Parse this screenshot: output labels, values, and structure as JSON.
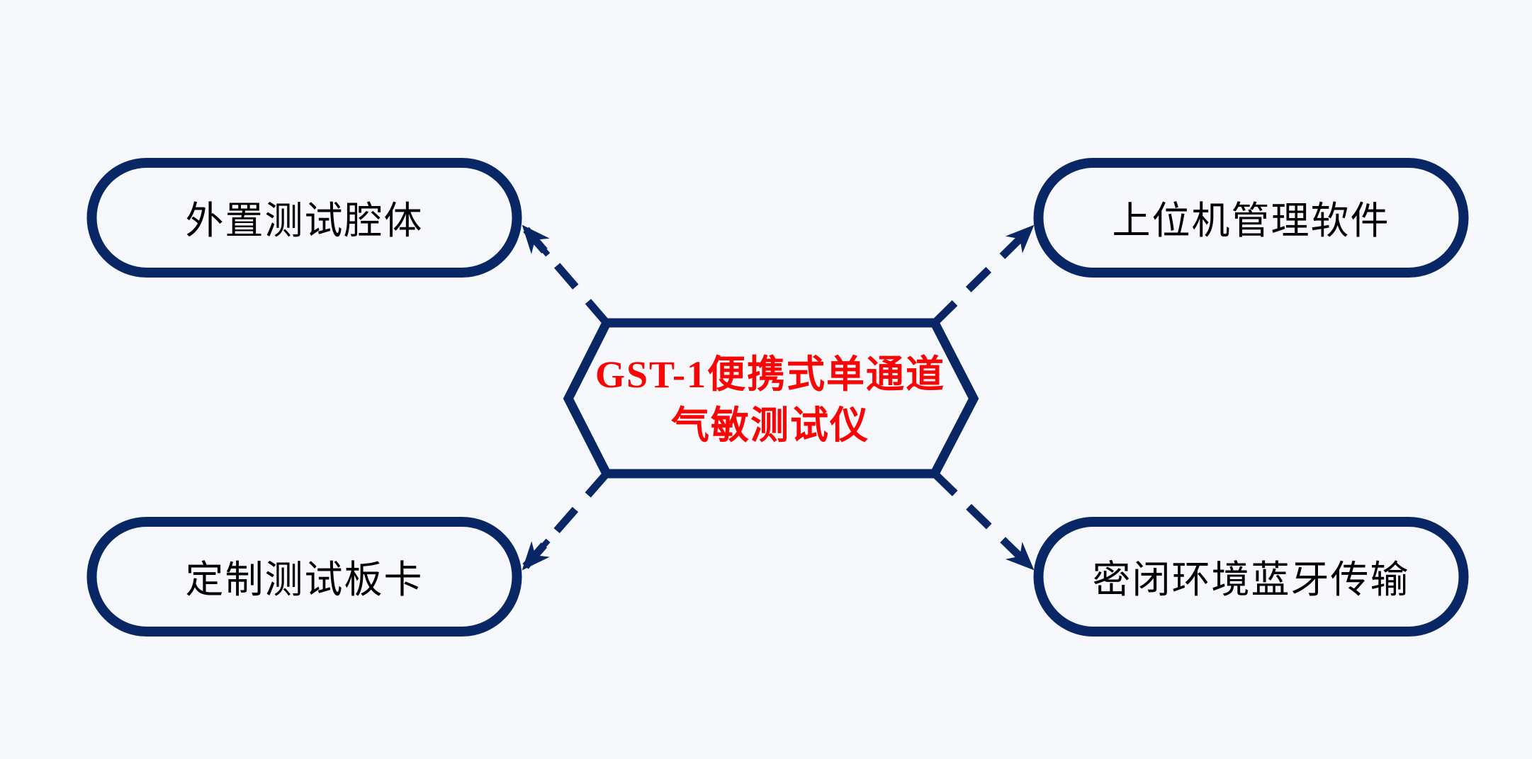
{
  "diagram": {
    "background_color": "#f7f8fc",
    "outline_color": "#0a2765",
    "connector_style": "dashed-arrow-outward",
    "center_node": {
      "shape": "hexagon",
      "line1": "GST-1便携式单通道",
      "line2": "气敏测试仪",
      "text_color": "#fa0505"
    },
    "nodes": [
      {
        "position": "top-left",
        "label": "外置测试腔体"
      },
      {
        "position": "top-right",
        "label": "上位机管理软件"
      },
      {
        "position": "bottom-left",
        "label": "定制测试板卡"
      },
      {
        "position": "bottom-right",
        "label": "密闭环境蓝牙传输"
      }
    ],
    "node_text_color": "#000000",
    "connections": [
      {
        "from": "center",
        "to": "top-left"
      },
      {
        "from": "center",
        "to": "top-right"
      },
      {
        "from": "center",
        "to": "bottom-left"
      },
      {
        "from": "center",
        "to": "bottom-right"
      }
    ]
  }
}
